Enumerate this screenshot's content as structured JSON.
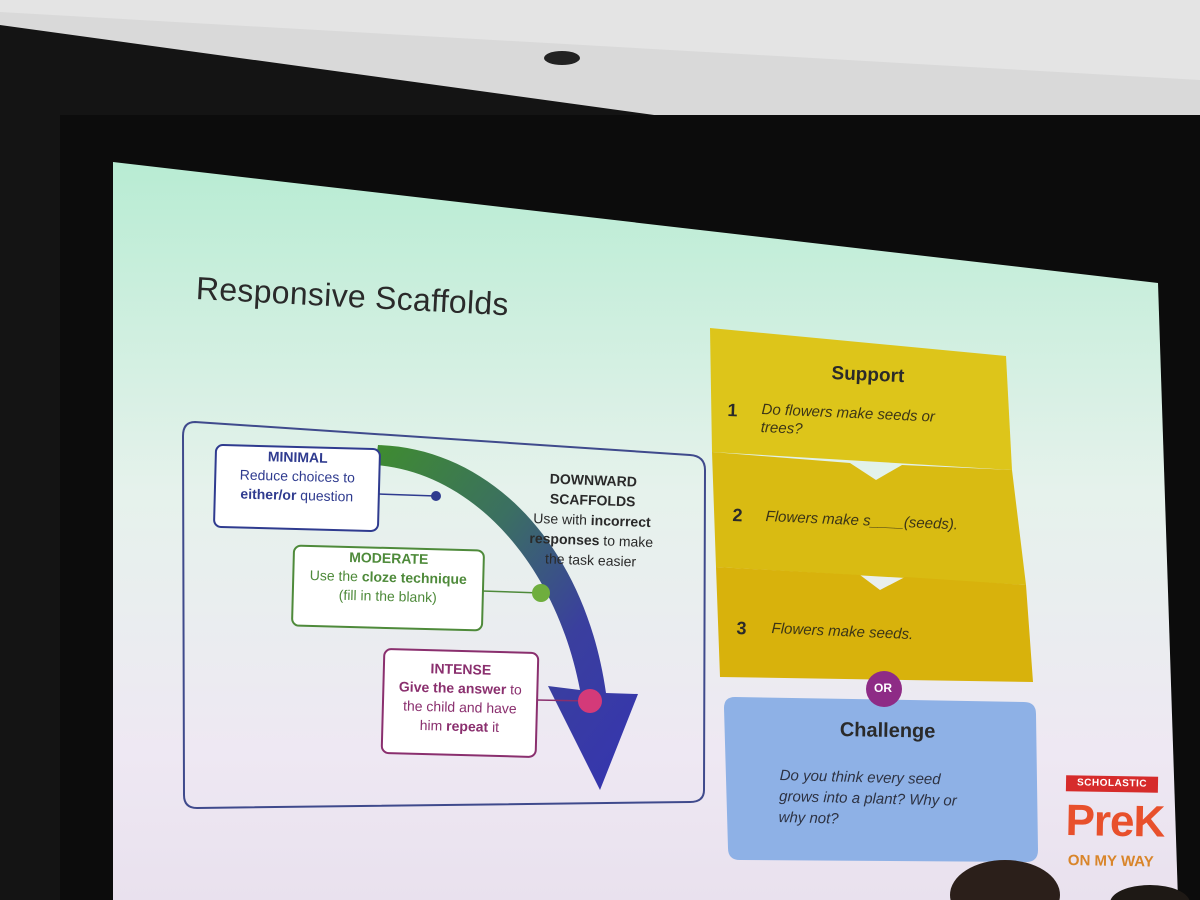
{
  "slide": {
    "title": "Responsive Scaffolds"
  },
  "diagram": {
    "minimal": {
      "heading": "MINIMAL",
      "line1": "Reduce choices to",
      "bold": "either/or",
      "rest": " question"
    },
    "moderate": {
      "heading": "MODERATE",
      "prefix": "Use the ",
      "bold": "cloze technique",
      "line2": "(fill in the blank)"
    },
    "intense": {
      "heading": "INTENSE",
      "bold1": "Give the answer",
      "rest1": " to",
      "line2": "the child and have",
      "prefix3": "him ",
      "bold3": "repeat",
      "rest3": " it"
    },
    "downward": {
      "heading": "DOWNWARD SCAFFOLDS",
      "line1a": "Use with ",
      "line1b": "incorrect",
      "line2a": "responses",
      "line2b": " to make",
      "line3": "the task easier"
    }
  },
  "support_panel": {
    "heading": "Support",
    "items": [
      {
        "num": "1",
        "text1": "Do flowers make seeds or",
        "text2": "trees?"
      },
      {
        "num": "2",
        "text": "Flowers make s____(seeds)."
      },
      {
        "num": "3",
        "text": "Flowers make seeds."
      }
    ],
    "or_label": "OR"
  },
  "challenge_panel": {
    "heading": "Challenge",
    "line1": "Do you think every seed",
    "line2": "grows into a plant? Why or",
    "line3": "why not?"
  },
  "logo": {
    "publisher": "SCHOLASTIC",
    "brand": "PreK",
    "tagline": "ON MY WAY"
  },
  "colors": {
    "support_bg": "#dcc21a",
    "challenge_bg": "#8eb1e6",
    "minimal": "#2f3b8f",
    "moderate": "#4e8a3a",
    "intense": "#8a2f6e"
  }
}
